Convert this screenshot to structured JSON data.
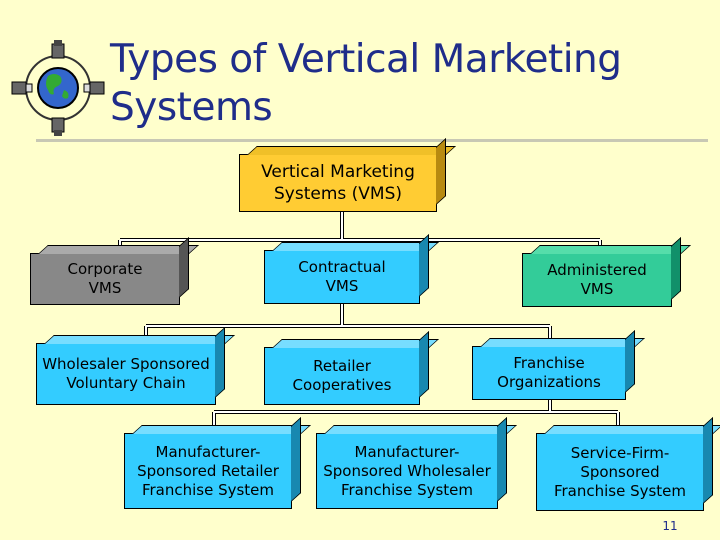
{
  "slide": {
    "title": "Types of Vertical Marketing Systems",
    "page_number": "11"
  },
  "logo": {
    "icon": "globe-wheel-icon"
  },
  "diagram": {
    "root": {
      "line1": "Vertical Marketing",
      "line2": "Systems (VMS)"
    },
    "level1": {
      "corporate": {
        "line1": "Corporate",
        "line2": "VMS"
      },
      "contractual": {
        "line1": "Contractual",
        "line2": "VMS"
      },
      "administered": {
        "line1": "Administered",
        "line2": "VMS"
      }
    },
    "level2": {
      "wholesaler": {
        "line1": "Wholesaler Sponsored",
        "line2": "Voluntary Chain"
      },
      "retailer": {
        "line1": "Retailer",
        "line2": "Cooperatives"
      },
      "franchise": {
        "line1": "Franchise",
        "line2": "Organizations"
      }
    },
    "level3": {
      "manufacturer_retailer": {
        "line1": "Manufacturer-",
        "line2": "Sponsored Retailer",
        "line3": "Franchise System"
      },
      "manufacturer_wholesaler": {
        "line1": "Manufacturer-",
        "line2": "Sponsored Wholesaler",
        "line3": "Franchise System"
      },
      "service_firm": {
        "line1": "Service-Firm-",
        "line2": "Sponsored",
        "line3": "Franchise System"
      }
    },
    "colors": {
      "root": "#FFCC33",
      "contractual": "#33CCFF",
      "corporate": "#888888",
      "administered": "#33CC99",
      "title": "#1F2D8A"
    }
  }
}
